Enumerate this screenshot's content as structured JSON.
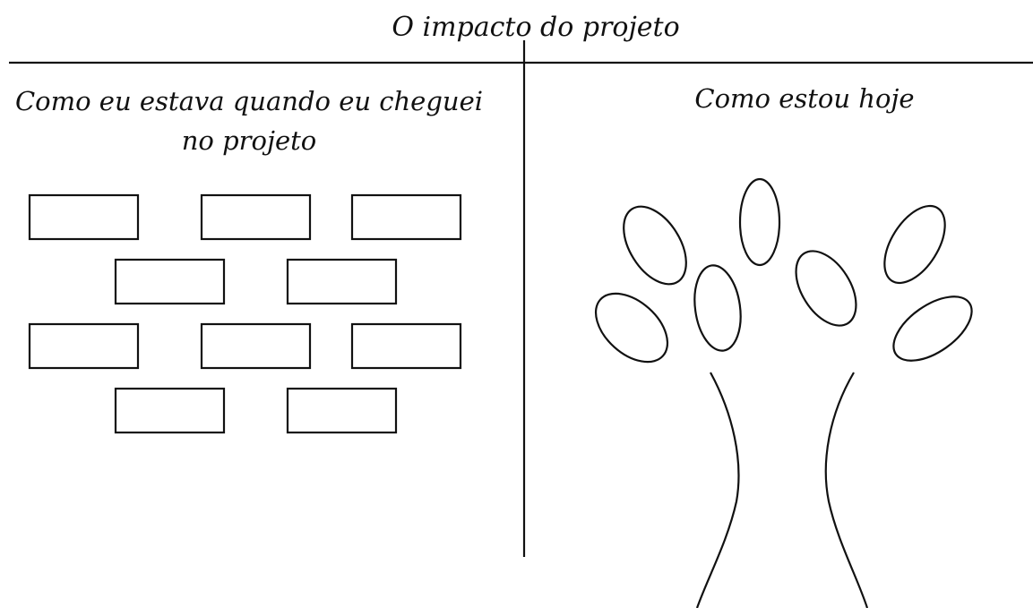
{
  "title": "O impacto do projeto",
  "left_panel": {
    "heading_line1": "Como eu estava quando eu cheguei",
    "heading_line2": "no projeto",
    "brick_count": 10
  },
  "right_panel": {
    "heading": "Como estou hoje",
    "leaf_count": 7
  },
  "colors": {
    "ink": "#111111",
    "background": "#ffffff"
  }
}
